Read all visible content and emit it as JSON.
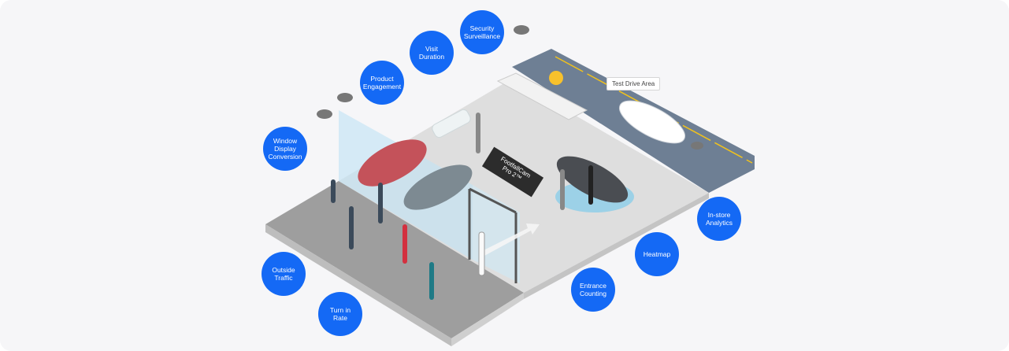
{
  "features": [
    {
      "id": "security-surveillance",
      "label": "Security\nSurveillance"
    },
    {
      "id": "visit-duration",
      "label": "Visit\nDuration"
    },
    {
      "id": "product-engagement",
      "label": "Product\nEngagement"
    },
    {
      "id": "window-display-conversion",
      "label": "Window\nDisplay\nConversion"
    },
    {
      "id": "outside-traffic",
      "label": "Outside\nTraffic"
    },
    {
      "id": "turn-in-rate",
      "label": "Turn in\nRate"
    },
    {
      "id": "entrance-counting",
      "label": "Entrance\nCounting"
    },
    {
      "id": "heatmap",
      "label": "Heatmap"
    },
    {
      "id": "in-store-analytics",
      "label": "In-store\nAnalytics"
    }
  ],
  "scene": {
    "test_drive_label": "Test Drive Area",
    "device_sign": "FootfallCam\nPro 2™"
  },
  "colors": {
    "accent": "#1469f5",
    "road": "#6e7f94",
    "floor": "#dcdcdc",
    "sidewalk": "#9c9c9c"
  }
}
